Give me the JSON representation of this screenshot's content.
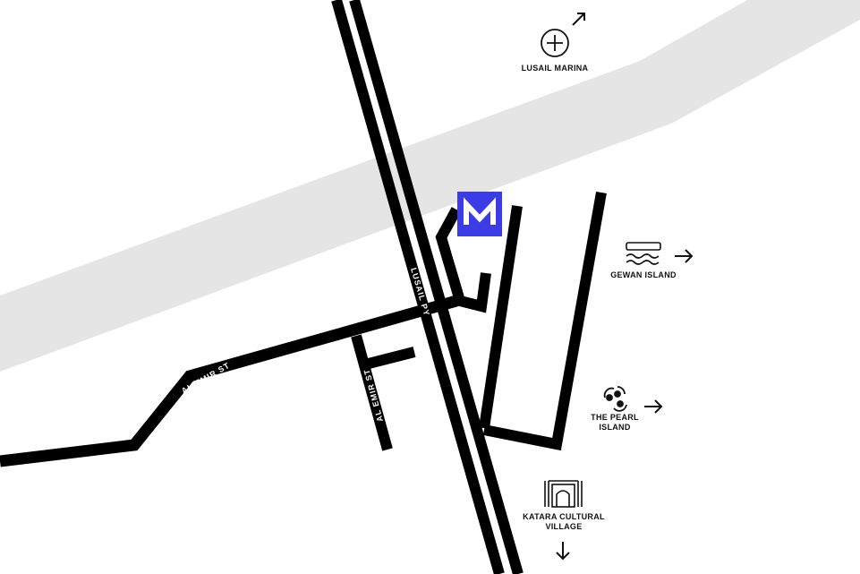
{
  "brand": {
    "logo_letter": "M",
    "color": "#3c3ce6"
  },
  "streets": {
    "main": "LUSAIL PY",
    "cross": "AL EMIR ST",
    "side": "AL EMIR ST"
  },
  "pois": [
    {
      "label": "LUSAIL MARINA",
      "icon": "marina-circle-plus-icon",
      "direction": "north-east"
    },
    {
      "label": "GEWAN ISLAND",
      "icon": "waves-island-icon",
      "direction": "east"
    },
    {
      "label_line1": "THE PEARL",
      "label_line2": "ISLAND",
      "icon": "pearl-icon",
      "direction": "east"
    },
    {
      "label_line1": "KATARA CULTURAL",
      "label_line2": "VILLAGE",
      "icon": "arch-gate-icon",
      "direction": "south"
    }
  ],
  "colors": {
    "water": "#e5e5e5",
    "road": "#000000"
  }
}
